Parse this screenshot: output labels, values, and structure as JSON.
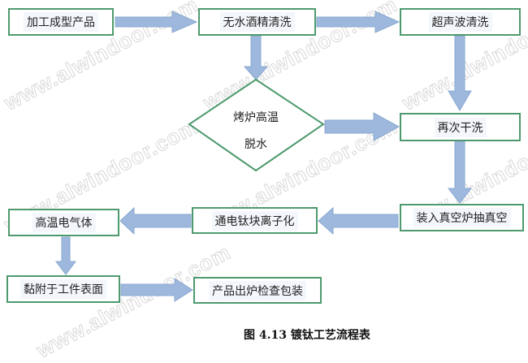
{
  "watermark": "www.alwindoor.com",
  "steps": {
    "s1": "加工成型产品",
    "s2": "无水酒精清洗",
    "s3": "超声波清洗",
    "s4_line1": "烤炉高温",
    "s4_line2": "脱水",
    "s5": "再次干洗",
    "s6": "装入真空炉抽真空",
    "s7": "通电钛块离子化",
    "s8": "高温电气体",
    "s9": "黏附于工件表面",
    "s10": "产品出炉检查包装"
  },
  "caption": "图 4.13  镀钛工艺流程表",
  "colors": {
    "box_border": "#4e9a6e",
    "arrow": "#9db8dc"
  }
}
